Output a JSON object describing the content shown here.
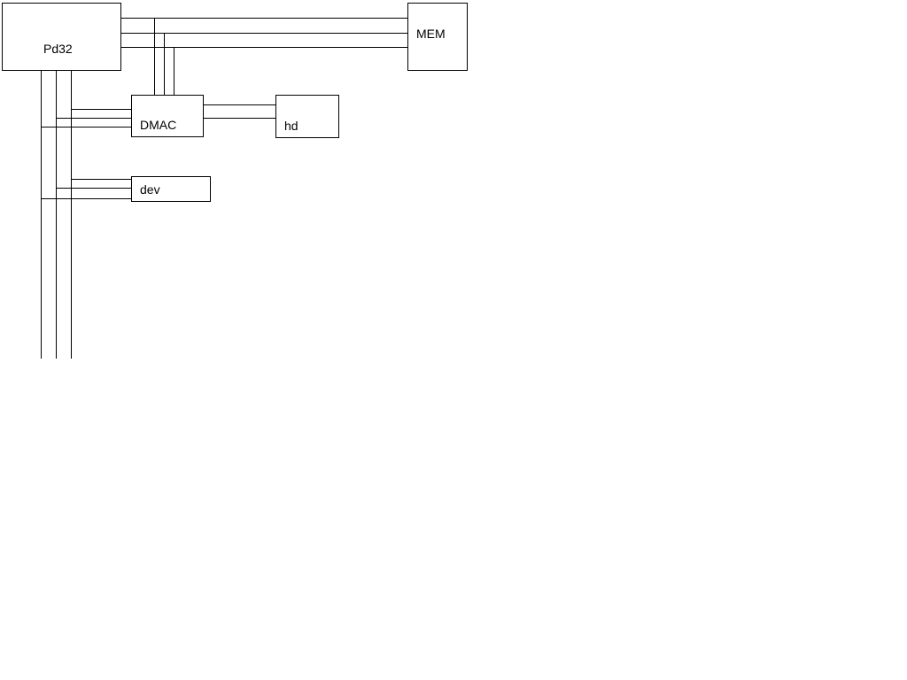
{
  "blocks": {
    "cpu": {
      "label": "Pd32"
    },
    "memory": {
      "label": "MEM"
    },
    "dma_controller": {
      "label": "DMAC"
    },
    "disk": {
      "label": "hd"
    },
    "device": {
      "label": "dev"
    }
  }
}
